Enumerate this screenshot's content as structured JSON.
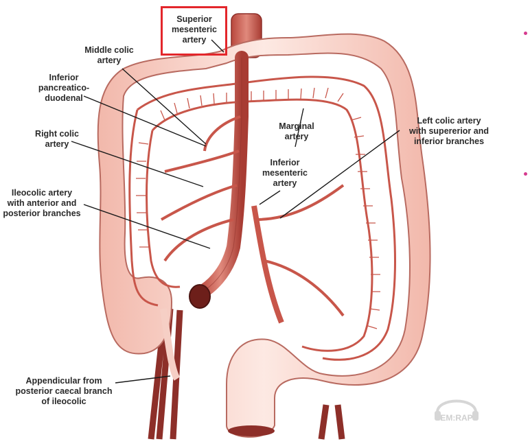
{
  "labels": {
    "sma": [
      "Superior",
      "mesenteric",
      "artery"
    ],
    "middle": [
      "Middle colic",
      "artery"
    ],
    "ipd": [
      "Inferior",
      "pancreatico-",
      "duodenal"
    ],
    "rightcolic": [
      "Right colic",
      "artery"
    ],
    "ileocolic": [
      "Ileocolic artery",
      "with anterior and",
      "posterior branches"
    ],
    "append": [
      "Appendicular from",
      "posterior caecal branch",
      "of ileocolic"
    ],
    "marginal": [
      "Marginal",
      "artery"
    ],
    "ima": [
      "Inferior",
      "mesenteric",
      "artery"
    ],
    "leftcolic": [
      "Left colic artery",
      "with supererior and",
      "inferior branches"
    ]
  },
  "watermark": "EM:RAP",
  "colors": {
    "highlight": "#e3262b",
    "bullet": "#d63b8f",
    "vessel": "#c8564a",
    "vessel_dark": "#8d2f29",
    "bowel": "#f6cfc5",
    "bowel_edge": "#b86a60"
  },
  "highlighted_label": "sma"
}
